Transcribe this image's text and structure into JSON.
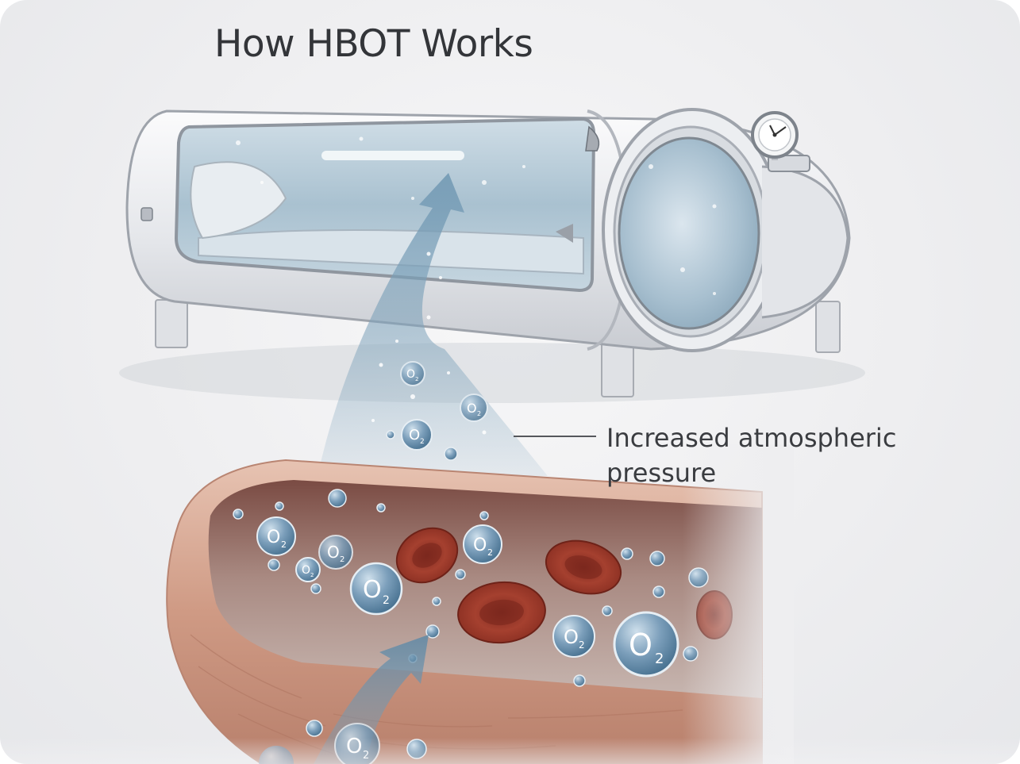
{
  "title": "How HBOT Works",
  "callout": {
    "line1": "Increased atmospheric",
    "line2": "pressure"
  },
  "molecule": {
    "symbol": "O",
    "subscript": "2"
  },
  "colors": {
    "background": "#eeeef0",
    "chamber_shell": "#e9eaed",
    "window_glass": "#b9ccd8",
    "flow_arrow": "#7fa3bb",
    "vessel_wall": "#c98f7a",
    "vessel_lumen": "#8a5a50",
    "red_blood_cell": "#9c3a2c",
    "oxygen_bubble": "#5f86a6",
    "text": "#333539"
  }
}
